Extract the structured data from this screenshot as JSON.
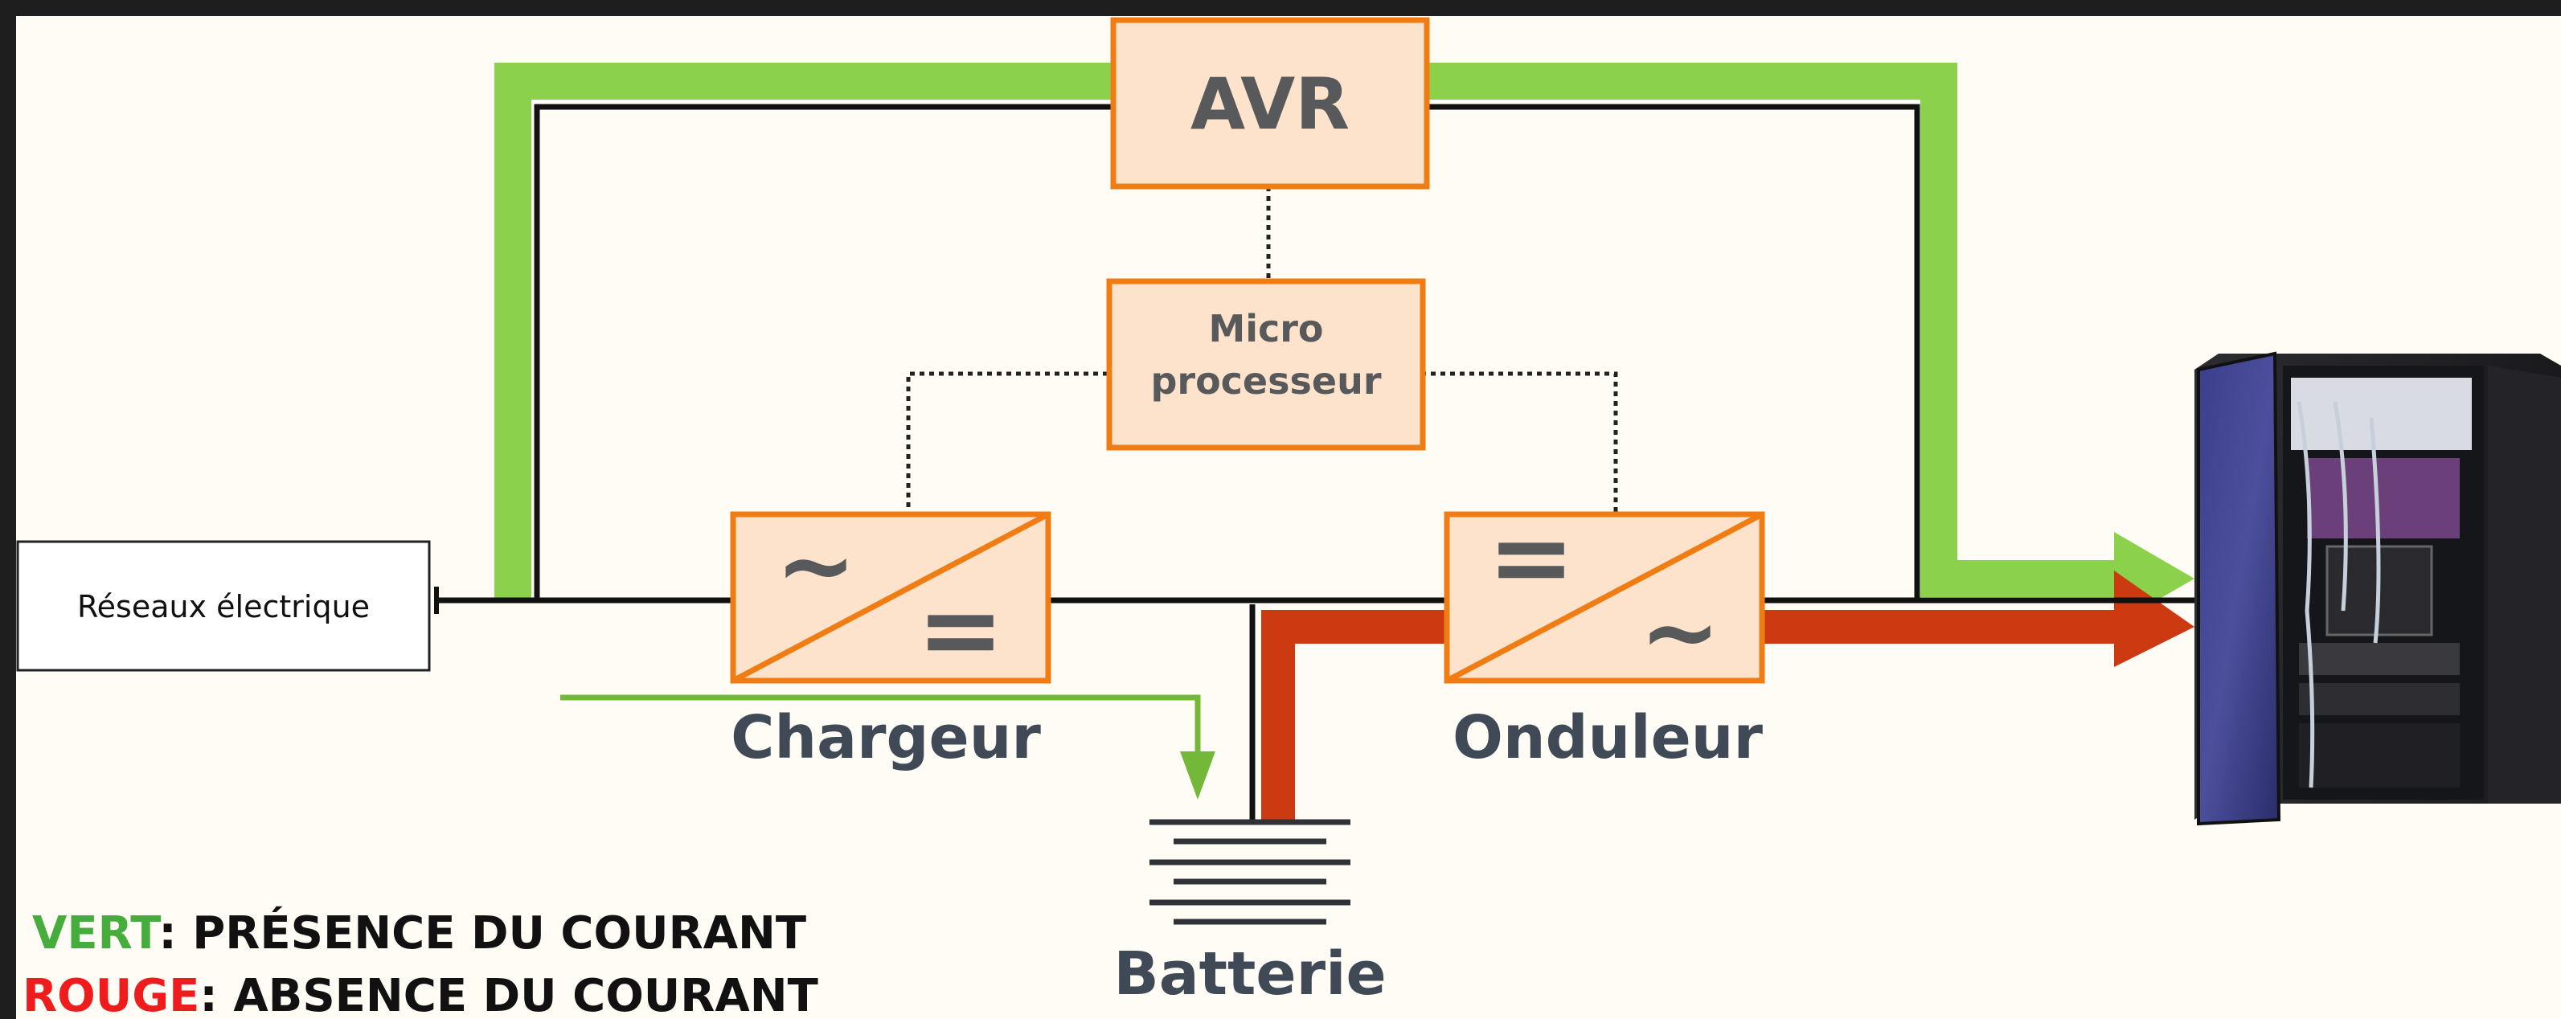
{
  "diagram": {
    "avr_label": "AVR",
    "micro_line1": "Micro",
    "micro_line2": "processeur",
    "reseau_label": "Réseaux électrique",
    "chargeur_label": "Chargeur",
    "onduleur_label": "Onduleur",
    "batterie_label": "Batterie",
    "symbol_ac": "~",
    "symbol_dc": "=",
    "server_icon": "server-rack-icon"
  },
  "legend": {
    "green_word": "VERT",
    "green_text": ": PRÉSENCE DU COURANT",
    "red_word": "ROUGE",
    "red_text": ": ABSENCE DU COURANT"
  },
  "colors": {
    "background": "#1e1e1e",
    "panel": "#fffcf6",
    "green": "#8bd14b",
    "red": "#cc3a12",
    "box_border": "#f07d14",
    "box_fill": "#fde3cb",
    "legend_green": "#46ad3c",
    "legend_red": "#ee1c1c"
  }
}
